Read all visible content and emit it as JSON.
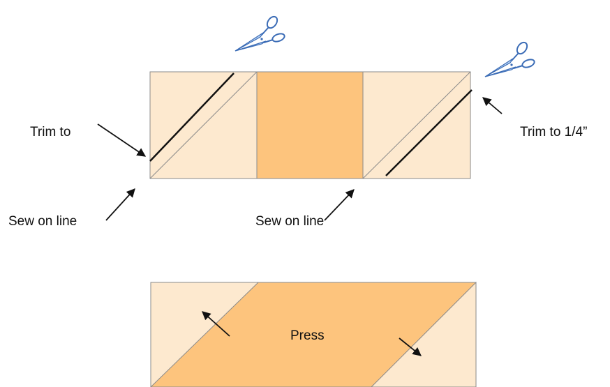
{
  "labels": {
    "trim_left": "Trim to",
    "trim_right": "Trim to 1/4”",
    "sew_left": "Sew on line",
    "sew_center": "Sew on line",
    "press": "Press"
  },
  "icons": {
    "scissors": "scissors-icon"
  },
  "colors": {
    "light_fabric": "#fde9cf",
    "dark_fabric": "#fdc47d",
    "outline": "#8a8a8a",
    "sew_line": "#111111",
    "scissors_fill": "#bcd6f5",
    "scissors_stroke": "#3b6cb6"
  }
}
